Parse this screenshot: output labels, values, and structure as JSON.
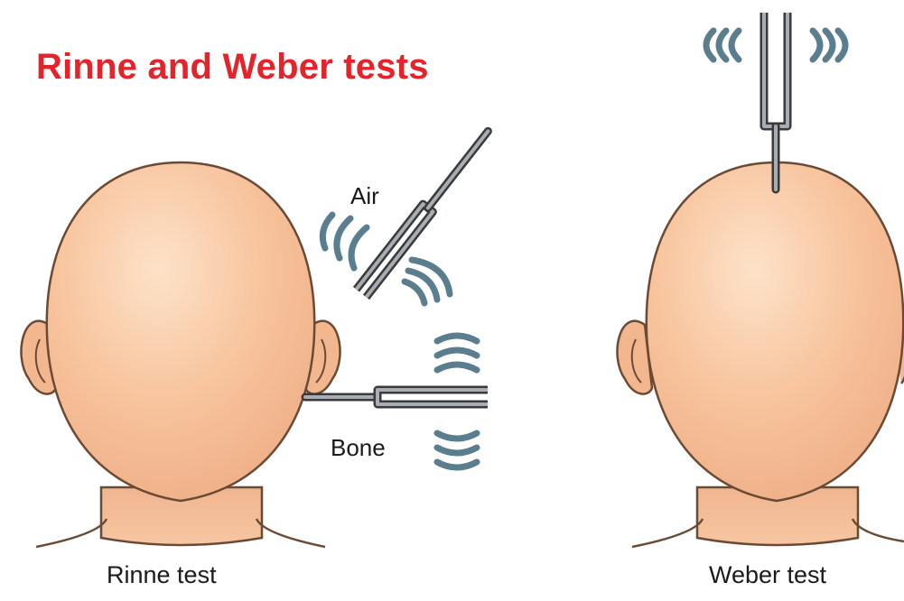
{
  "title": "Rinne and Weber tests",
  "rinne": {
    "caption": "Rinne test",
    "air_label": "Air",
    "bone_label": "Bone"
  },
  "weber": {
    "caption": "Weber test"
  },
  "colors": {
    "title": "#e3242b",
    "skin": "#f7c29b",
    "skin_outline": "#6b4a35",
    "fork": "#8a8f94",
    "sound_waves": "#5b7e8f"
  },
  "icons": {
    "tuning_fork": "tuning-fork-icon",
    "sound_wave": "sound-wave-icon",
    "head": "head-illustration"
  }
}
